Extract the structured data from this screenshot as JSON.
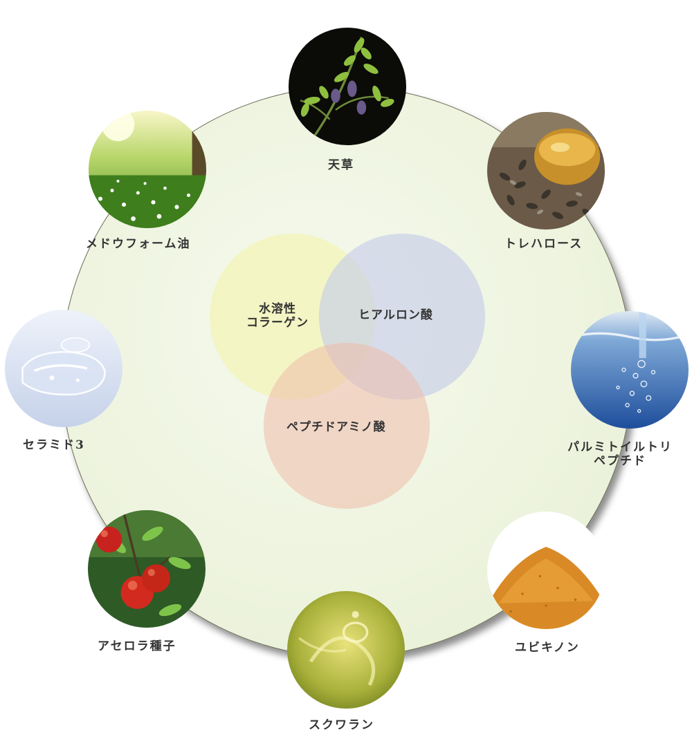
{
  "center": {
    "collagen": {
      "line1": "水溶性",
      "line2": "コラーゲン"
    },
    "hyaluronic": "ヒアルロン酸",
    "peptide": "ペプチドアミノ酸"
  },
  "ingredients": [
    {
      "key": "licorice",
      "label": "天草",
      "icon": "licorice-plant-photo"
    },
    {
      "key": "trehalose",
      "label": "トレハロース",
      "icon": "seeds-oil-photo"
    },
    {
      "key": "peptide",
      "line1": "パルミトイルトリ",
      "line2": "ペプチド",
      "icon": "water-bubbles-photo"
    },
    {
      "key": "ubiquinone",
      "label": "ユビキノン",
      "icon": "orange-powder-photo"
    },
    {
      "key": "squalane",
      "label": "スクワラン",
      "icon": "oil-splash-photo"
    },
    {
      "key": "acerola",
      "label": "アセロラ種子",
      "icon": "acerola-fruit-photo"
    },
    {
      "key": "ceramide",
      "label": "セラミド3",
      "icon": "gel-drop-photo"
    },
    {
      "key": "meadowfoam",
      "label": "メドウフォーム油",
      "icon": "meadow-field-photo"
    }
  ],
  "colors": {
    "collagen_circle": "#f2f4b4",
    "hyaluronic_circle": "#c4cce8",
    "peptide_circle": "#eebcaa",
    "outer_circle": "#eef4df"
  }
}
